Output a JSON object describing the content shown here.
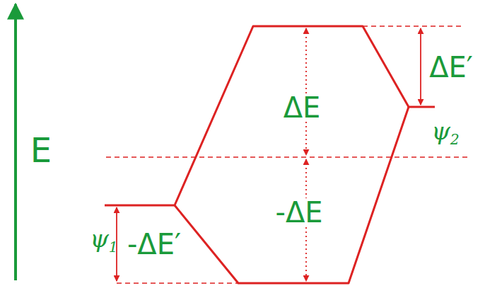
{
  "diagram": {
    "labels": [
      "E",
      "ΔE′",
      "ΔE",
      "ψ2",
      "-ΔE",
      "-ΔE′",
      "ψ1"
    ]
  }
}
